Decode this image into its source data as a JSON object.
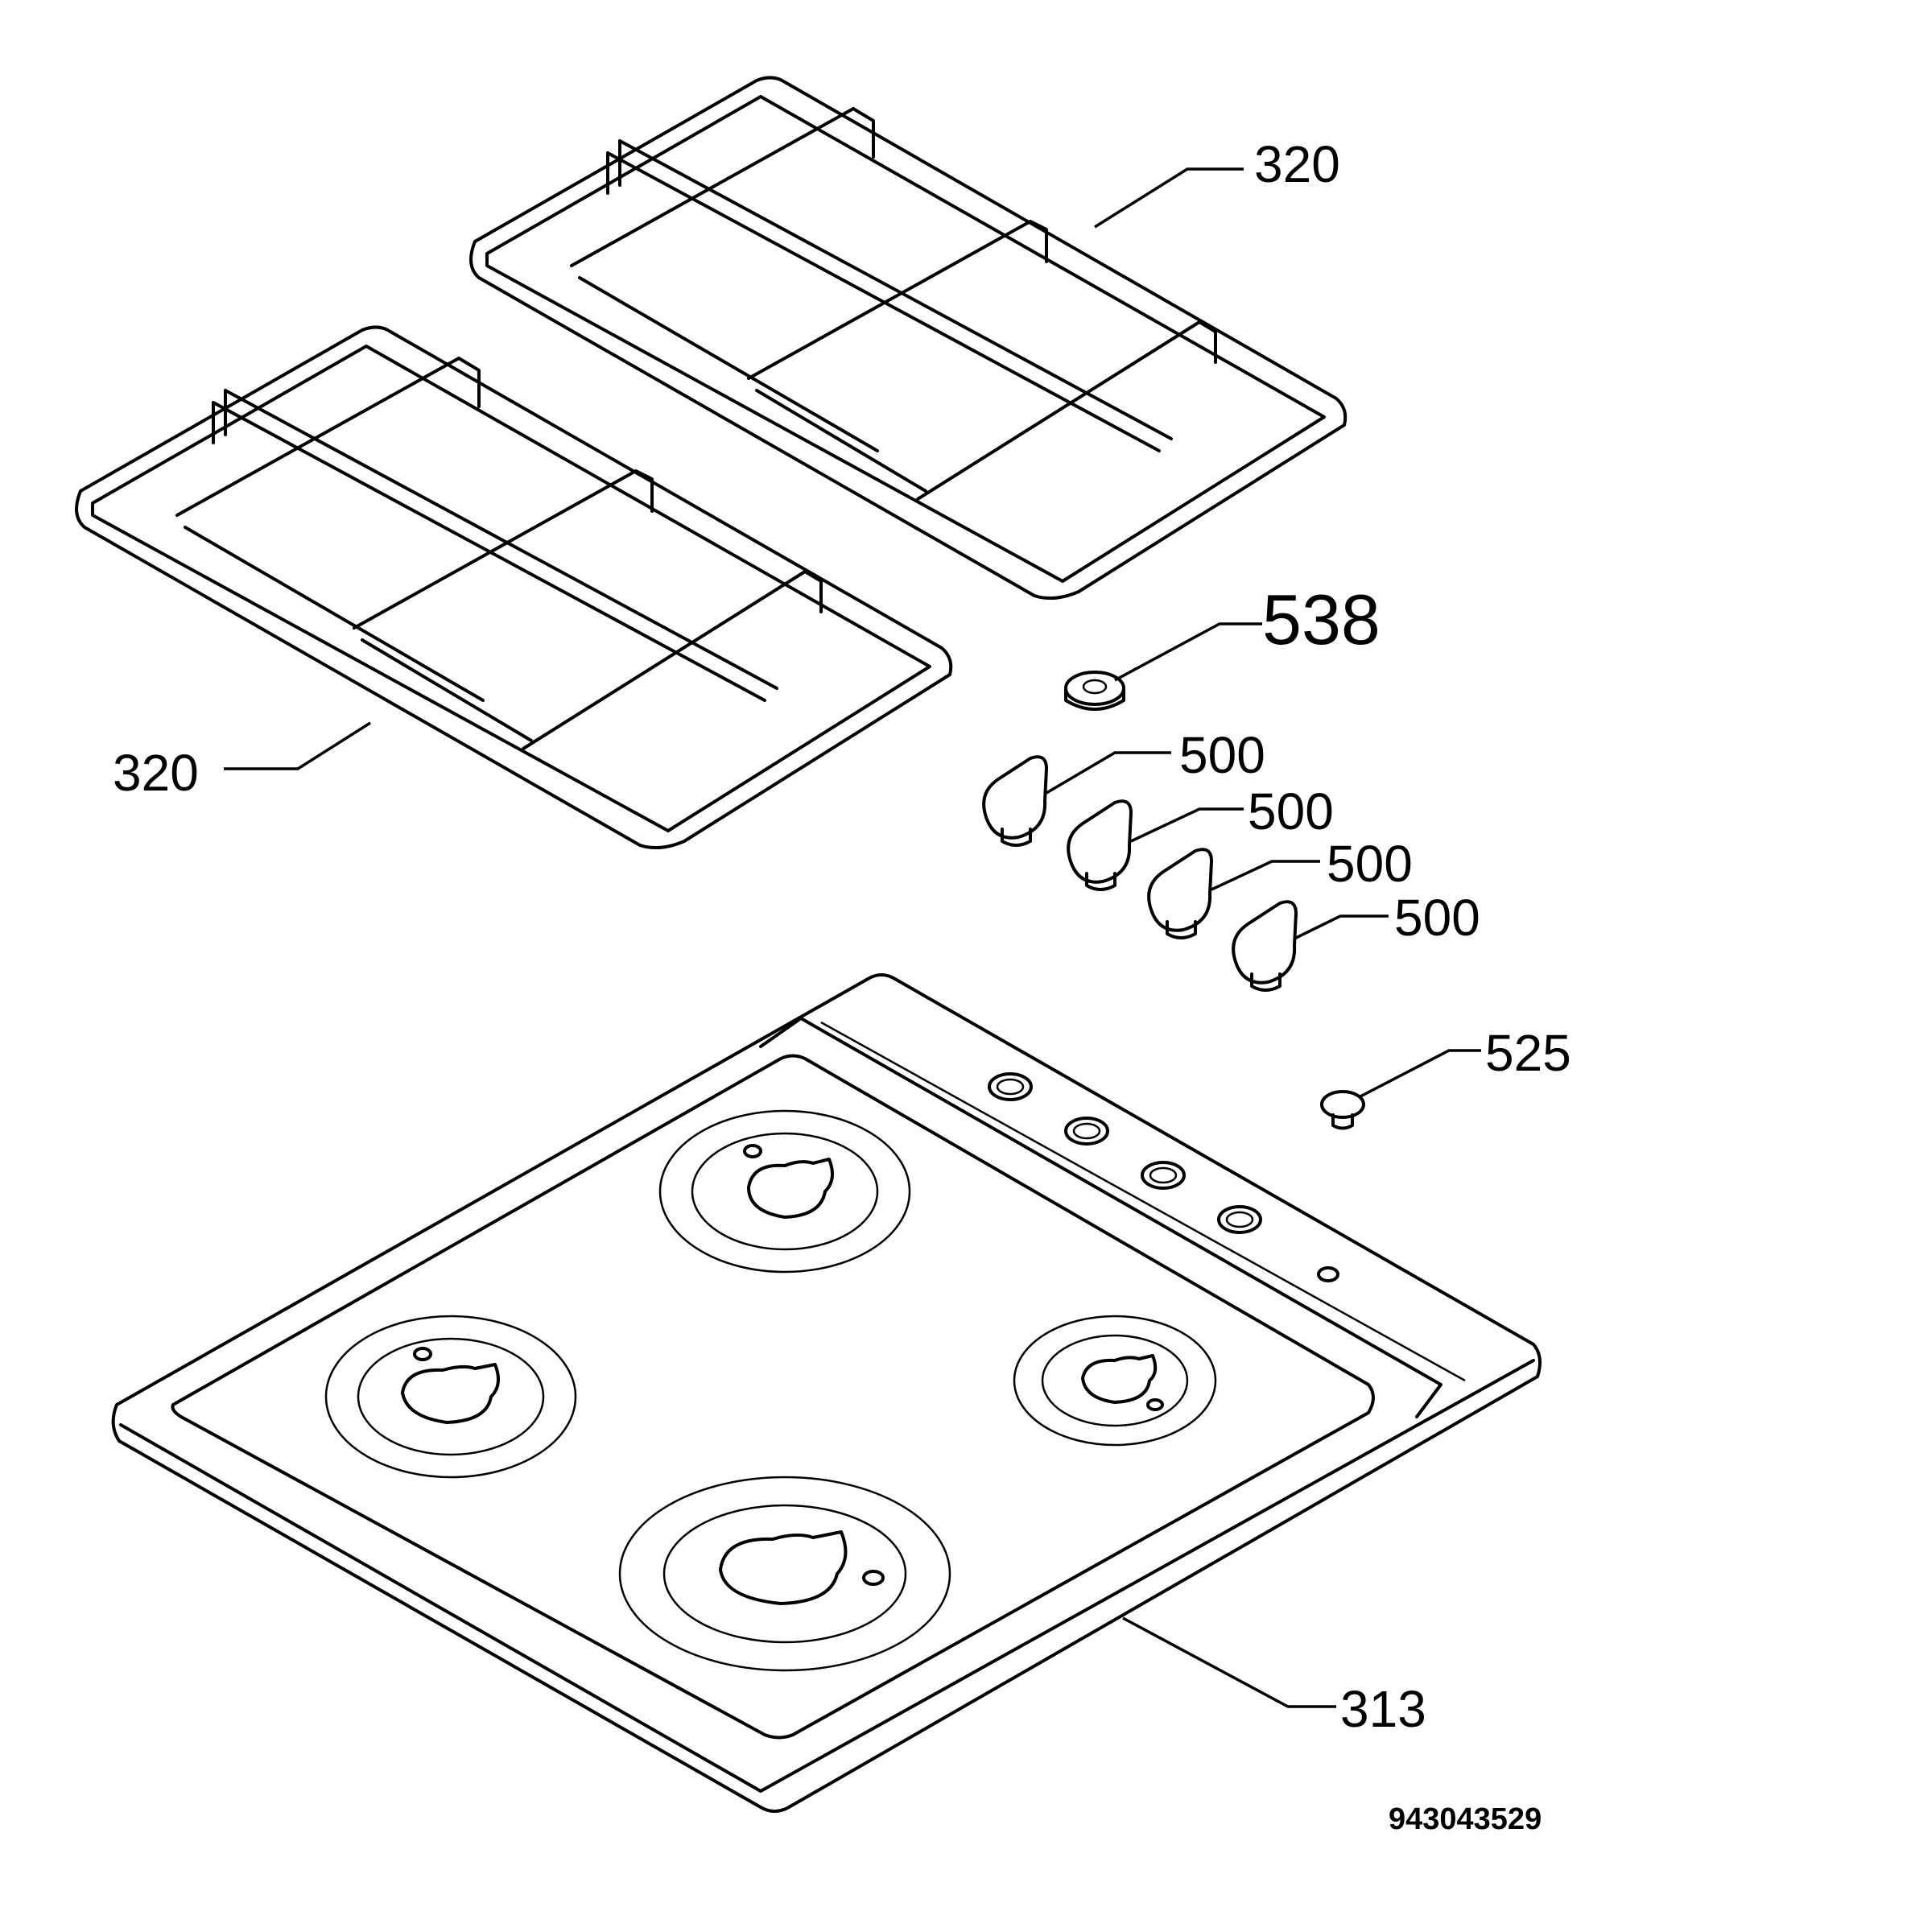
{
  "parts": {
    "grate_right_label": "320",
    "grate_left_label": "320",
    "cap_538_label": "538",
    "knob_1_label": "500",
    "knob_2_label": "500",
    "knob_3_label": "500",
    "knob_4_label": "500",
    "button_525_label": "525",
    "hob_top_label": "313"
  },
  "document_number": "943043529",
  "colors": {
    "line": "#000000",
    "background": "#ffffff"
  }
}
